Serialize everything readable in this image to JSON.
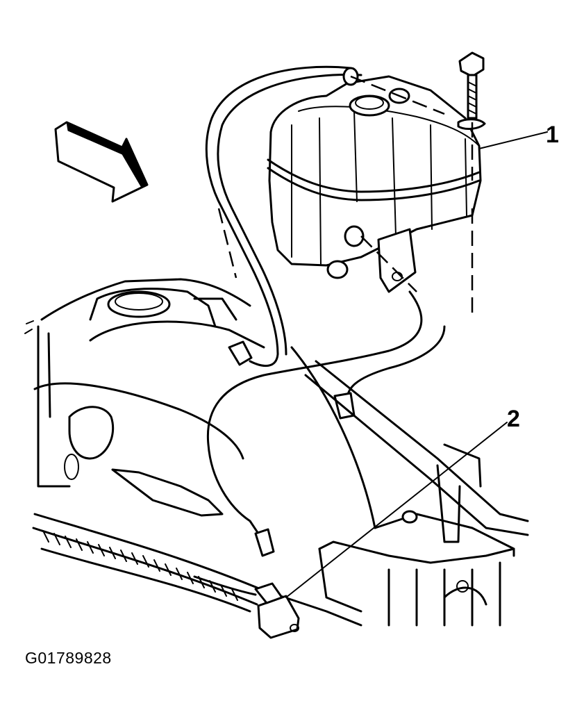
{
  "figure": {
    "id_label": "G01789828",
    "callouts": [
      {
        "number": "1",
        "refers_to": "coolant-reservoir"
      },
      {
        "number": "2",
        "refers_to": "sensor-connector"
      }
    ],
    "direction_arrow": "arrow-forward-icon"
  }
}
